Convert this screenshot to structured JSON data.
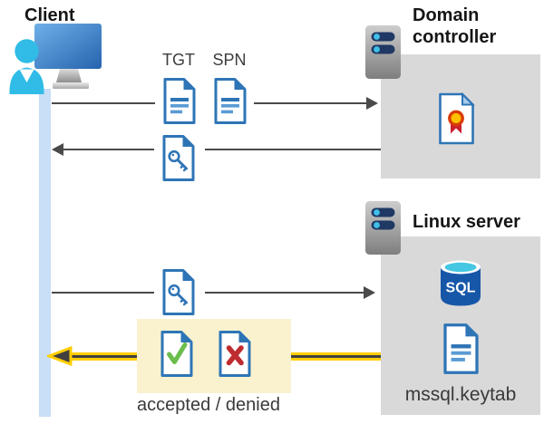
{
  "client": {
    "title": "Client"
  },
  "domain_controller": {
    "title": "Domain controller"
  },
  "linux_server": {
    "title": "Linux server",
    "sql_label": "SQL",
    "keytab_label": "mssql.keytab"
  },
  "flow": {
    "tgt_label": "TGT",
    "spn_label": "SPN",
    "result_label": "accepted / denied"
  },
  "colors": {
    "doc_blue": "#2E75B6",
    "doc_line_blue": "#5B9BD5",
    "accent_cyan": "#30BCE6",
    "server_navy": "#1F3864",
    "box_gray": "#D9D9D9",
    "lifeline_blue": "#C9DEF7",
    "highlight_yellow": "#FAF2CE",
    "arrow_yellow": "#FFCE00",
    "arrow_gray": "#4A4A4A",
    "accepted_green": "#6BBE4C",
    "denied_red": "#BE2C30",
    "certificate_gold": "#FFC000",
    "certificate_red": "#D83B01",
    "sql_blue": "#1657A8"
  }
}
